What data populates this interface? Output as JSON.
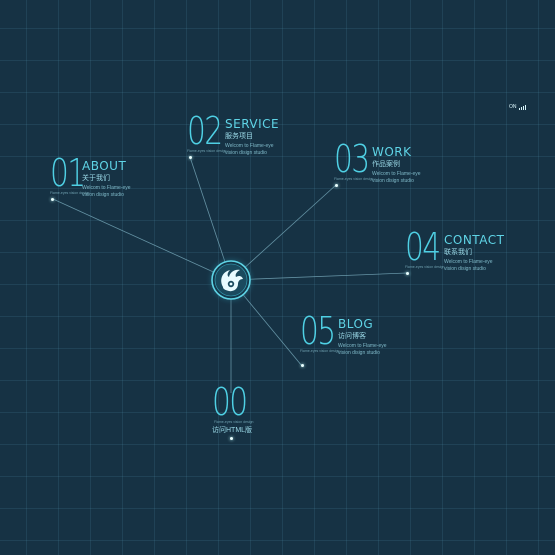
{
  "toggle": {
    "label": "ON"
  },
  "nodes": [
    {
      "number": "01",
      "title": "ABOUT",
      "subtitle": "关于我们",
      "desc1": "Welcom to Flame-eye",
      "desc2": "vision disign studio",
      "tiny": "Flame-eyes vision design"
    },
    {
      "number": "02",
      "title": "SERVICE",
      "subtitle": "服务项目",
      "desc1": "Welcom to Flame-eye",
      "desc2": "vision disign studio",
      "tiny": "Flame-eyes vision design"
    },
    {
      "number": "03",
      "title": "WORK",
      "subtitle": "作品案例",
      "desc1": "Welcom to Flame-eye",
      "desc2": "vision disign studio",
      "tiny": "Flame-eyes vision design"
    },
    {
      "number": "04",
      "title": "CONTACT",
      "subtitle": "联系我们",
      "desc1": "Welcom to Flame-eye",
      "desc2": "vision disign studio",
      "tiny": "Flame-eyes vision design"
    },
    {
      "number": "05",
      "title": "BLOG",
      "subtitle": "访问博客",
      "desc1": "Welcom to Flame-eye",
      "desc2": "vision disign studio",
      "tiny": "Flame-eyes vision design"
    },
    {
      "number": "00",
      "title": "",
      "subtitle": "访问HTML版",
      "desc1": "",
      "desc2": "",
      "tiny": "Flame-eyes vision design"
    }
  ],
  "colors": {
    "background": "#163244",
    "accent": "#4fd0e4",
    "line": "#7fb3c4"
  },
  "icons": {
    "logo": "flame-eye-logo-icon",
    "signal": "signal-bars-icon"
  }
}
